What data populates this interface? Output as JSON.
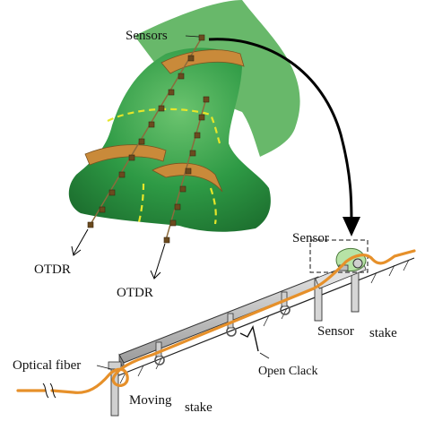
{
  "labels": {
    "sensors": "Sensors",
    "sensor": "Sensor",
    "otdr_left": "OTDR",
    "otdr_right": "OTDR",
    "optical_fiber": "Optical fiber",
    "open_crack": "Open Clack",
    "moving": "Moving",
    "moving_stake": "stake",
    "sensor_stake_1": "Sensor",
    "sensor_stake_2": "stake"
  },
  "colors": {
    "slope_dark": "#1f7a34",
    "slope_light": "#5cb866",
    "scarp": "#c98a3a",
    "crack_dash": "#e6e62a",
    "fiber": "#e6902a",
    "sensor_node": "#6b4a1e",
    "bar": "#b9b9b9"
  }
}
